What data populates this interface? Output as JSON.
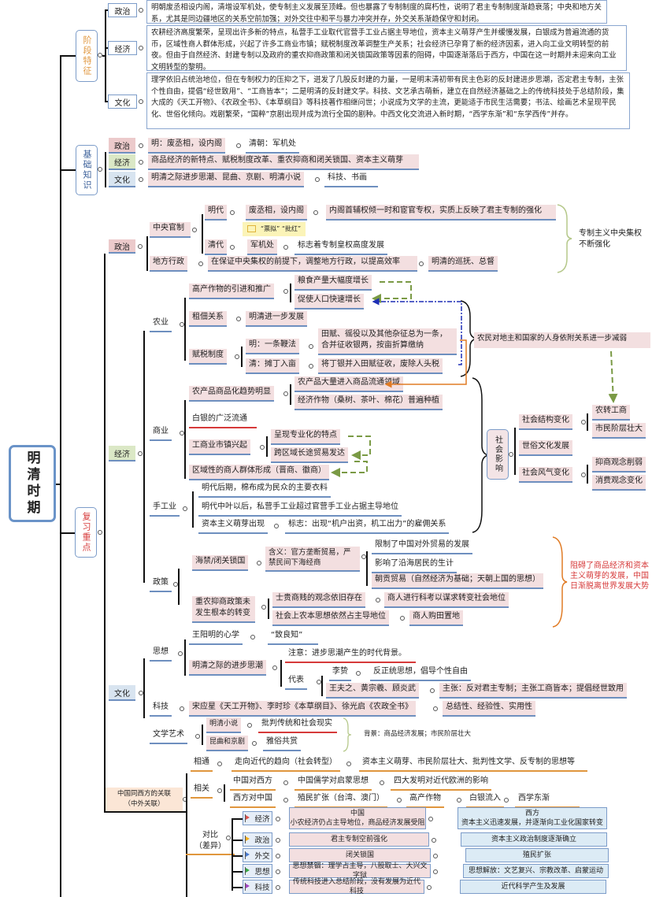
{
  "root": {
    "title": "明清时期"
  },
  "sections": {
    "stage": "阶段特征",
    "basic": "基础知识",
    "review": "复习重点"
  },
  "stage_features": [
    {
      "label": "政治",
      "text": "明朝废丞相设内阁，清增设军机处，使专制主义发展至顶峰。但也暴露了专制制度的腐朽性，说明了君主专制制度渐趋衰落；中央和地方关系，尤其是同边疆地区的关系空前加强；对外交往中和平与暴力冲突并存，外交关系渐趋保守和封闭。"
    },
    {
      "label": "经济",
      "text": "农耕经济高度繁荣，呈现出许多新的特点，私营手工业取代官营手工业占据主导地位，资本主义萌芽产生并缓慢发展，白银成为普遍流通的货币，区域性商人群体形成，兴起了许多工商业市镇；赋税制度改革调整生产关系；社会经济已孕育了新的经济因素，进入向工业文明转型的前夜。但由于自然经济、封建专制以及政府的重农抑商政策和闭关锁国政策等因素的阻碍，中国逐渐落后于西方，中国在这一时期并未迎来向工业文明转型的黎明。"
    },
    {
      "label": "文化",
      "text": "理学依旧占统治地位，但在专制权力的压抑之下，迸发了几股反封建的力量，一是明末清初带有民主色彩的反封建进步思潮，否定君主专制，主张个性自由，提倡“经世致用”、“工商皆本”；二是明清的反封建文学。科技、文艺承古萌新，建立在自然经济基础之上的传统科技处于总结阶段，集大成的《天工开物》、《农政全书》、《本草纲目》等科技著作相继问世；小说成为文学的主流，更能适于市民生活需要；书法、绘画艺术呈现平民化、世俗化倾向。戏剧繁荣，“国粹”京剧出现并成为流行全国的剧种。中西文化交流进入新时期，“西学东渐”和“东学西传”并存。"
    }
  ],
  "basic_knowledge": {
    "politics": {
      "label": "政治",
      "items": [
        "明：废丞相，设内阁",
        "清朝：军机处"
      ]
    },
    "economy": {
      "label": "经济",
      "items": [
        "商品经济的新特点、赋税制度改革、重农抑商和闭关锁国、资本主义萌芽"
      ]
    },
    "culture": {
      "label": "文化",
      "items": [
        "明清之际进步思潮、昆曲、京剧、明清小说",
        "科技、书画"
      ]
    }
  },
  "review": {
    "politics": {
      "label": "政治",
      "central": "中央官制",
      "ming": "明代",
      "ming_a": "废丞相，设内阁",
      "ming_b": "内阁首辅权倾一时和宦官专权，实质上反映了君主专制的强化",
      "note": "“票拟”  “批红”",
      "qing": "清代",
      "qing_a": "军机处",
      "qing_b": "标志着专制皇权高度发展",
      "local": "地方行政",
      "local_a": "在保证中央集权的前提下，调整地方行政，以提高效率",
      "local_b": "明清的巡抚、总督",
      "summary": "专制主义中央集权不断强化"
    },
    "economy": {
      "label": "经济",
      "agri": {
        "label": "农业",
        "crops": "高产作物的引进和推广",
        "crops_a": "粮食产量大幅度增长",
        "crops_b": "促使人口快速增长",
        "tenancy": "租佃关系",
        "tenancy_a": "明清进一步发展",
        "tax": "赋税制度",
        "tax_ming": "明：一条鞭法",
        "tax_ming_a": "田赋、徭役以及其他杂征总为一条，合并征收银两，按亩折算缴纳",
        "tax_qing": "清：摊丁入亩",
        "tax_qing_a": "将丁银并入田赋征收，废除人头税",
        "effect": "农民对地主和国家的人身依附关系进一步减弱"
      },
      "commerce": {
        "label": "商业",
        "agri_goods": "农产品商品化趋势明显",
        "agri_goods_a": "农产品大量进入商品流通领域",
        "agri_goods_b": "经济作物（桑树、茶叶、棉花）普遍种植",
        "silver": "白银的广泛流通",
        "towns": "工商业市镇兴起",
        "towns_a": "呈现专业化的特点",
        "towns_b": "跨区域长途贸易发达",
        "merchants": "区域性的商人群体形成（晋商、徽商）"
      },
      "handicraft": {
        "label": "手工业",
        "a": "明代后期，棉布成为民众的主要衣料",
        "b": "明代中叶以后，私营手工业超过官营手工业占据主导地位",
        "c": "资本主义萌芽出现",
        "c_a": "标志：出现“机户出资，机工出力”的雇佣关系"
      },
      "social": {
        "label": "社会影响",
        "structure": "社会结构变化",
        "structure_a": "农转工商",
        "structure_b": "市民阶层壮大",
        "folk": "世俗文化发展",
        "customs": "社会风气变化",
        "customs_a": "抑商观念削弱",
        "customs_b": "消费观念变化"
      },
      "policy": {
        "label": "政策",
        "ban": "海禁/闭关锁国",
        "ban_meaning": "含义：官方垄断贸易，严禁民间下海经商",
        "ban_a": "限制了中国对外贸易的发展",
        "ban_b": "影响了沿海居民的生计",
        "ban_c": "朝贡贸易（自然经济为基础；天朝上国的思想）",
        "agri_first": "重农抑商政策未发生根本的转变",
        "af_a": "士贵商贱的观念依旧存在",
        "af_a2": "商人进行科考以谋求转变社会地位",
        "af_b": "社会上农本思想依然占主导地位",
        "af_b2": "商人购田置地",
        "summary": "阻碍了商品经济和资本主义萌芽的发展，中国日渐脱离世界发展大势"
      }
    },
    "culture": {
      "label": "文化",
      "thought": "思想",
      "wang": "王阳明的心学",
      "wang_a": "“致良知”",
      "progress": "明清之际的进步思潮",
      "attention": "注意：进步思潮产生的时代背景。",
      "reps": "代表",
      "li": "李贽",
      "li_a": "反正统思想，倡导个性自由",
      "three": "王夫之、黄宗羲、顾炎武",
      "three_a": "主张：反对君主专制；主张工商皆本；提倡经世致用",
      "sci": "科技",
      "sci_a": "宋应星《天工开物》、李时珍《本草纲目》、徐光启《农政全书》",
      "sci_b": "总结性、经验性、实用性",
      "arts": "文学艺术",
      "novel": "明清小说",
      "novel_a": "批判传统和社会现实",
      "opera": "昆曲和京剧",
      "opera_a": "雅俗共赏",
      "arts_bg": "背景：商品经济发展；市民阶层壮大"
    },
    "relations": {
      "label": "中国同西方的关联（中外关联）",
      "label_l1": "中国同西方的关联",
      "label_l2": "（中外关联）",
      "common": "相通",
      "common_a": "走向近代的趋向（社会转型）",
      "common_b": "资本主义萌芽、市民阶层壮大、批判性文学、反专制的思想等",
      "related": "相关",
      "c2w": "中国对西方",
      "c2w_a": "中国儒学对启蒙思想",
      "c2w_b": "四大发明对近代欧洲的影响",
      "w2c": "西方对中国",
      "w2c_a": "殖民扩张（台湾、澳门）",
      "w2c_b": "高产作物",
      "w2c_c": "白银流入",
      "w2c_d": "西学东渐",
      "contrast": "对比（差异）",
      "contrast_l1": "对比",
      "contrast_l2": "（差异）",
      "rows": [
        {
          "label": "经济",
          "flag": "#d9534f",
          "china_title": "中国",
          "china": "小农经济仍占主导地位，商品经济发展受阻",
          "west_title": "西方",
          "west": "资本主义迅速发展，并逐渐向工业化国家转变"
        },
        {
          "label": "政治",
          "flag": "#f0ad1e",
          "china": "君主专制空前强化",
          "west": "资本主义政治制度逐渐确立"
        },
        {
          "label": "外交",
          "flag": "#4a7bd0",
          "china": "闭关锁国",
          "west": "殖民扩张"
        },
        {
          "label": "思想",
          "flag": "#3aa845",
          "china": "思想禁锢：理学占主导，八股取士、大兴文字狱",
          "west": "思想解放：文艺复兴、宗教改革、启蒙运动"
        },
        {
          "label": "科技",
          "flag": "#a344c4",
          "china": "传统科技进入总结阶段，没有发展为近代科技",
          "west": "近代科学产生及发展"
        }
      ]
    }
  },
  "colors": {
    "section_stage": "#e0963d",
    "section_review": "#d63a3a",
    "politics_bg": "#eccacb",
    "economy_bg": "#dbe8c6",
    "culture_bg": "#d8e4f0",
    "relations_bg": "#fbe6d6"
  }
}
